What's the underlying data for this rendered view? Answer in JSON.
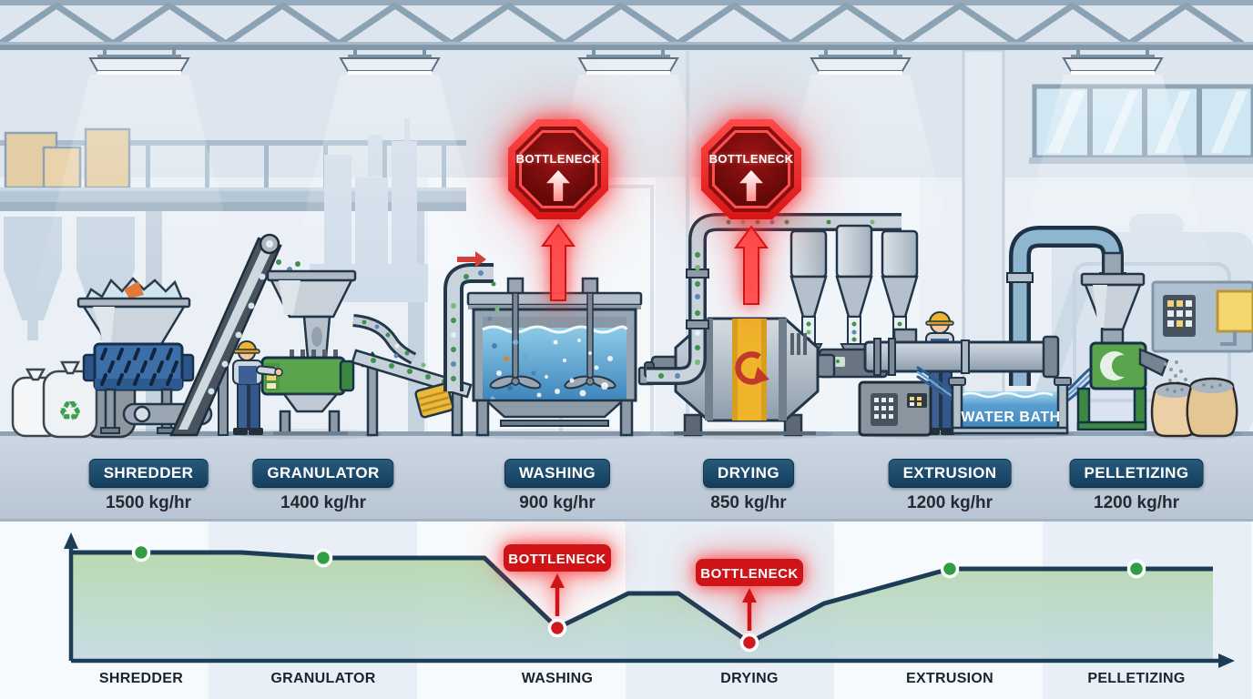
{
  "scene": {
    "water_bath_label": "WATER BATH",
    "recycle_symbol": "♻",
    "signs": [
      {
        "label": "BOTTLENECK"
      },
      {
        "label": "BOTTLENECK"
      }
    ],
    "stages": [
      {
        "name": "SHREDDER",
        "rate": "1500 kg/hr"
      },
      {
        "name": "GRANULATOR",
        "rate": "1400 kg/hr"
      },
      {
        "name": "WASHING",
        "rate": "900 kg/hr"
      },
      {
        "name": "DRYING",
        "rate": "850 kg/hr"
      },
      {
        "name": "EXTRUSION",
        "rate": "1200 kg/hr"
      },
      {
        "name": "PELLETIZING",
        "rate": "1200 kg/hr"
      }
    ],
    "colors": {
      "sign_red": "#d91414",
      "machine_blue": "#3d6ea8",
      "machine_green": "#5aa44d",
      "water_blue": "#4a93c8"
    }
  },
  "chart_data": {
    "type": "line",
    "title": "",
    "categories": [
      "SHREDDER",
      "GRANULATOR",
      "WASHING",
      "DRYING",
      "EXTRUSION",
      "PELLETIZING"
    ],
    "values": [
      1500,
      1400,
      900,
      850,
      1200,
      1200
    ],
    "unit": "kg/hr",
    "statuses": [
      "ok",
      "ok",
      "bottleneck",
      "bottleneck",
      "ok",
      "ok"
    ],
    "bottleneck_label": "BOTTLENECK",
    "ylim": [
      0,
      1600
    ],
    "grid": false,
    "legend": false,
    "colors": {
      "line": "#1d3d57",
      "ok_dot": "#2f9e44",
      "bottleneck_dot": "#d0181f",
      "badge": "#cf1417",
      "area_top": "#b7d8ab",
      "area_bottom": "#c2d9e2"
    }
  }
}
